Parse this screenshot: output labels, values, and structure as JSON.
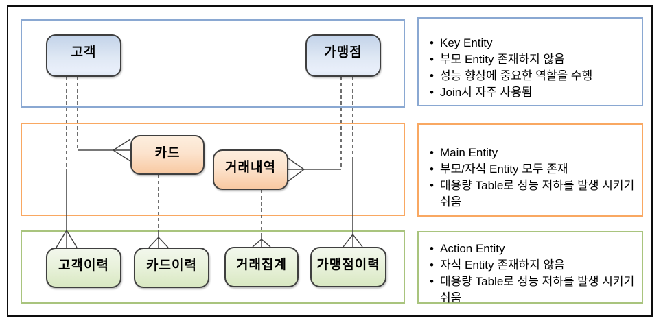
{
  "diagram": {
    "title_context": "ERD entity tiers",
    "entities": {
      "customer": {
        "label": "고객"
      },
      "merchant": {
        "label": "가맹점"
      },
      "card": {
        "label": "카드"
      },
      "transaction_detail": {
        "label": "거래내역"
      },
      "customer_history": {
        "label": "고객이력"
      },
      "card_history": {
        "label": "카드이력"
      },
      "transaction_summary": {
        "label": "거래집계"
      },
      "merchant_history": {
        "label": "가맹점이력"
      }
    },
    "notes": {
      "key_entity": {
        "items": [
          "Key Entity",
          "부모 Entity 존재하지 않음",
          "성능 향상에 중요한 역할을 수행",
          "Join시 자주 사용됨"
        ]
      },
      "main_entity": {
        "items": [
          "Main Entity",
          "부모/자식 Entity 모두 존재",
          "대용량 Table로 성능 저하를 발생 시키기 쉬움"
        ]
      },
      "action_entity": {
        "items": [
          "Action Entity",
          "자식 Entity 존재하지 않음",
          "대용량 Table로 성능 저하를 발생 시키기 쉬움"
        ]
      }
    },
    "bullet_glyph": "•",
    "colors": {
      "key_tier_border": "#8aa8d2",
      "main_tier_border": "#f9a862",
      "action_tier_border": "#a9c47e",
      "entity_outline": "#3f3f3f",
      "key_entity_fill_top": "#c3d3e9",
      "key_entity_fill_bottom": "#e9effa",
      "main_entity_fill_top": "#fdeede",
      "main_entity_fill_bottom": "#f8c9a2",
      "action_entity_fill_top": "#f2f7ec",
      "action_entity_fill_bottom": "#d9e8c2",
      "connector_line": "#4b4b4b",
      "outer_frame": "#0d0d0d"
    }
  }
}
